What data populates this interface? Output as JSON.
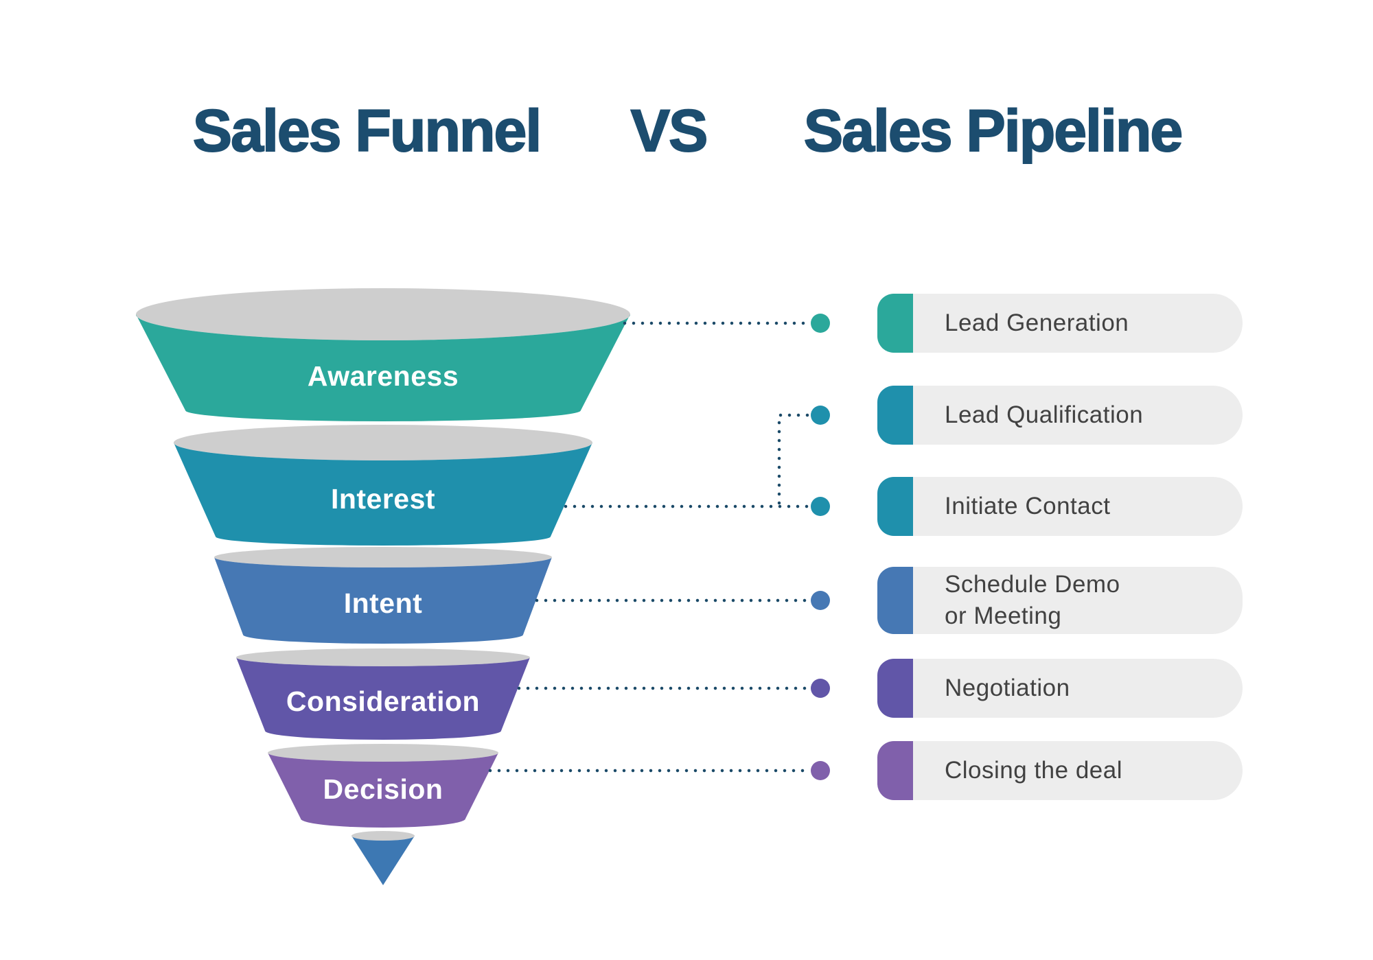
{
  "title": {
    "left": "Sales Funnel",
    "vs": "VS",
    "right": "Sales Pipeline",
    "color": "#1C4D6F"
  },
  "funnel": {
    "stages": [
      {
        "label": "Awareness",
        "color": "#2BA89B"
      },
      {
        "label": "Interest",
        "color": "#1F90AC"
      },
      {
        "label": "Intent",
        "color": "#4678B4"
      },
      {
        "label": "Consideration",
        "color": "#6156A8"
      },
      {
        "label": "Decision",
        "color": "#8060AB"
      }
    ],
    "top_surface_color": "#CECECE",
    "spout_color": "#3D78B3",
    "label_color": "#FFFFFF"
  },
  "pipeline": {
    "items": [
      {
        "label": "Lead Generation",
        "lines": [
          "Lead Generation"
        ],
        "color": "#2BA89B"
      },
      {
        "label": "Lead Qualification",
        "lines": [
          "Lead Qualification"
        ],
        "color": "#1F90AC"
      },
      {
        "label": "Initiate Contact",
        "lines": [
          "Initiate Contact"
        ],
        "color": "#1F90AC"
      },
      {
        "label": "Schedule Demo or Meeting",
        "lines": [
          "Schedule Demo",
          "or Meeting"
        ],
        "color": "#4678B4"
      },
      {
        "label": "Negotiation",
        "lines": [
          "Negotiation"
        ],
        "color": "#6156A8"
      },
      {
        "label": "Closing the deal",
        "lines": [
          "Closing the deal"
        ],
        "color": "#8060AB"
      }
    ],
    "pill_bg": "#EDEDED",
    "text_color": "#414141"
  },
  "connectors": {
    "line_color": "#1B4A68"
  }
}
